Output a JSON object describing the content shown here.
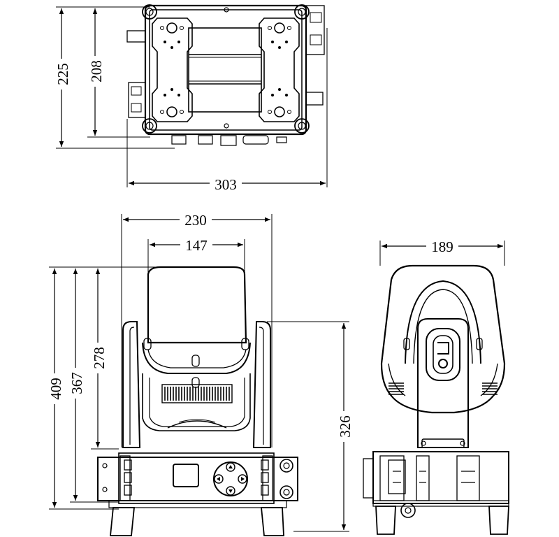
{
  "drawing": {
    "views": [
      {
        "name": "top-view"
      },
      {
        "name": "front-view"
      },
      {
        "name": "side-view"
      }
    ],
    "dimensions": {
      "top_height_outer": "225",
      "top_height_inner": "208",
      "top_width": "303",
      "front_width_outer": "230",
      "front_width_head": "147",
      "front_height_total": "409",
      "front_height_mid": "367",
      "front_height_head": "278",
      "side_width": "189",
      "side_height": "326"
    },
    "units": "mm",
    "colors": {
      "line": "#000000",
      "background": "#ffffff"
    }
  }
}
